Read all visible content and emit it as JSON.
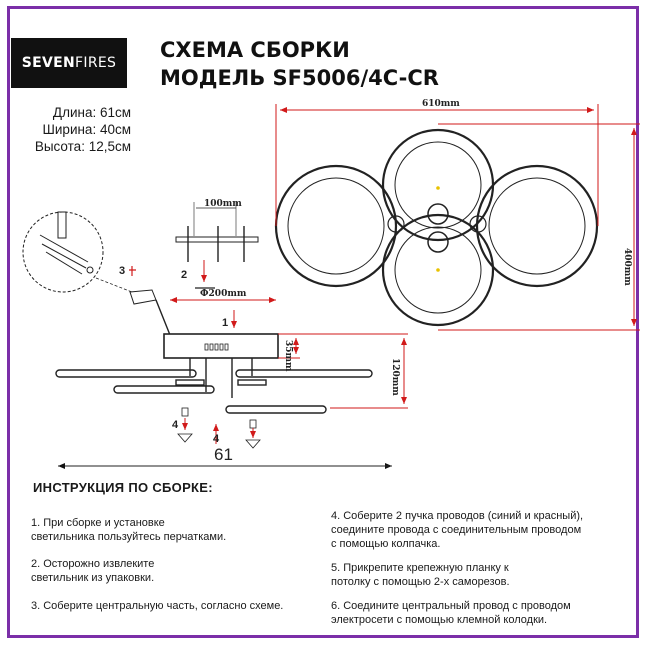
{
  "brand": {
    "logo_bold": "SEVEN",
    "logo_light": "FIRES"
  },
  "header": {
    "title_line1": "СХЕМА СБОРКИ",
    "title_line2": "МОДЕЛЬ SF5006/4C-CR"
  },
  "dimensions": {
    "length": "Длина: 61см",
    "width": "Ширина: 40см",
    "height": "Высота: 12,5см"
  },
  "drawing_labels": {
    "top_width": "610mm",
    "top_height": "400mm",
    "bar_width": "100mm",
    "plate_diameter": "Ф200mm",
    "canopy_height": "35mm",
    "body_height": "120mm",
    "total_length": "61",
    "step_markers": [
      "1",
      "2",
      "3",
      "4",
      "4"
    ]
  },
  "instructions": {
    "heading": "ИНСТРУКЦИЯ ПО СБОРКЕ:",
    "steps": [
      {
        "line1": "1. При сборке и установке",
        "line2": "светильника пользуйтесь перчатками."
      },
      {
        "line1": "2. Осторожно извлеките",
        "line2": "светильник из упаковки."
      },
      {
        "line1": "3. Соберите центральную часть, согласно схеме.",
        "line2": ""
      },
      {
        "line1": "4. Соберите 2 пучка проводов (синий и красный),",
        "line2": "соедините провода с соединительным проводом",
        "line3": "с помощью колпачка."
      },
      {
        "line1": "5. Прикрепите крепежную планку к",
        "line2": "потолку с помощью 2-х саморезов."
      },
      {
        "line1": "6. Соедините центральный провод с проводом",
        "line2": "электросети с помощью клемной колодки."
      }
    ]
  },
  "colors": {
    "frame": "#7b2fa8",
    "dimension_red": "#d11a1a",
    "drawing": "#222222"
  }
}
